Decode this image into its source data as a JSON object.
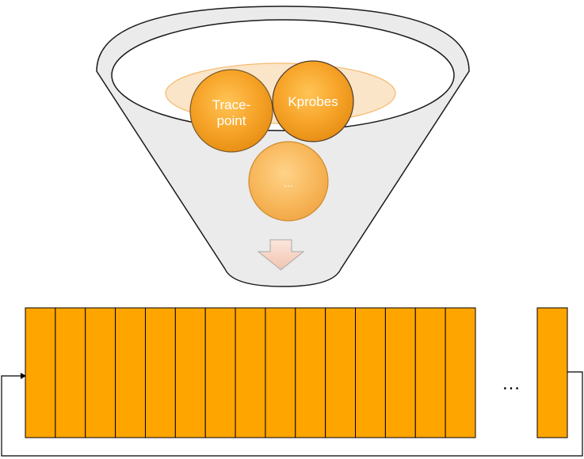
{
  "funnel": {
    "balls": [
      {
        "id": "tracepoint",
        "lines": [
          "Trace-",
          "point"
        ]
      },
      {
        "id": "kprobes",
        "lines": [
          "Kprobes"
        ]
      },
      {
        "id": "more",
        "lines": [
          "..."
        ]
      }
    ]
  },
  "buffer": {
    "main_slot_count": 15,
    "gap_label": "…",
    "tail_slot_count": 1
  },
  "colors": {
    "slot_fill": "#FFA500",
    "ball_fill": "#F5A623",
    "funnel_fill": "#EBEBEB",
    "funnel_stroke": "#1A1A1A",
    "arrow_fill": "#F8D9CE"
  }
}
